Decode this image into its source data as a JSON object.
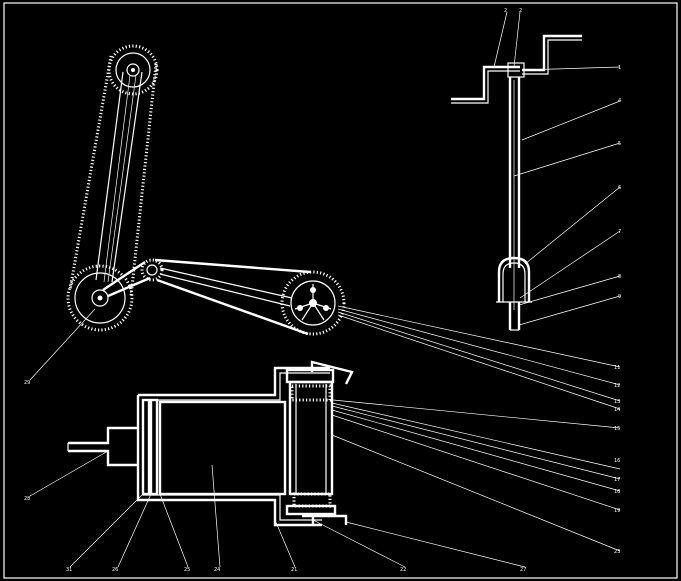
{
  "callouts": {
    "c2a": "2",
    "c2b": "2",
    "c1": "1",
    "c4": "4",
    "c5": "5",
    "c6": "6",
    "c7": "7",
    "c8": "8",
    "c9": "9",
    "c11": "11",
    "c12": "12",
    "c13": "13",
    "c14": "14",
    "c15": "15",
    "c16": "16",
    "c17": "17",
    "c18": "18",
    "c19": "19",
    "c21": "21",
    "c22": "22",
    "c23": "23",
    "c24": "24",
    "c25": "25",
    "c26": "26",
    "c27": "27",
    "c28": "28",
    "c29": "29",
    "c31": "31"
  }
}
